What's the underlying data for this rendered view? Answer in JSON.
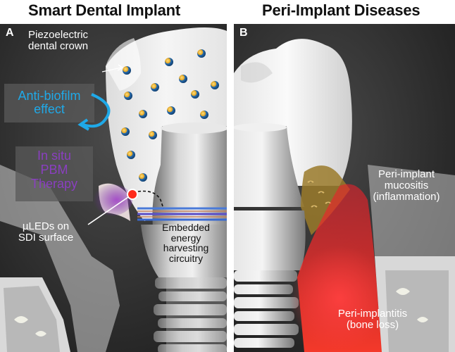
{
  "header": {
    "left_title": "Smart Dental Implant",
    "right_title": "Peri-Implant Diseases"
  },
  "panel_a": {
    "letter": "A",
    "crown_label_1": "Piezoelectric",
    "crown_label_2": "dental crown",
    "biofilm_label_1": "Anti-biofilm",
    "biofilm_label_2": "effect",
    "pbm_label_1": "In situ",
    "pbm_label_2": "PBM",
    "pbm_label_3": "Therapy",
    "led_label_1": "µLEDs on",
    "led_label_2": "SDI surface",
    "circuit_label_1": "Embedded",
    "circuit_label_2": "energy",
    "circuit_label_3": "harvesting",
    "circuit_label_4": "circuitry"
  },
  "panel_b": {
    "letter": "B",
    "mucositis_label_1": "Peri-implant",
    "mucositis_label_2": "mucositis",
    "mucositis_label_3": "(inflammation)",
    "implantitis_label_1": "Peri-implantitis",
    "implantitis_label_2": "(bone loss)"
  },
  "colors": {
    "background": "#2e2e2e",
    "anti_biofilm": "#1fa9e8",
    "pbm_text": "#8a3fc0",
    "inflammation": "#e8202a",
    "plaque": "#9a7a2a"
  }
}
